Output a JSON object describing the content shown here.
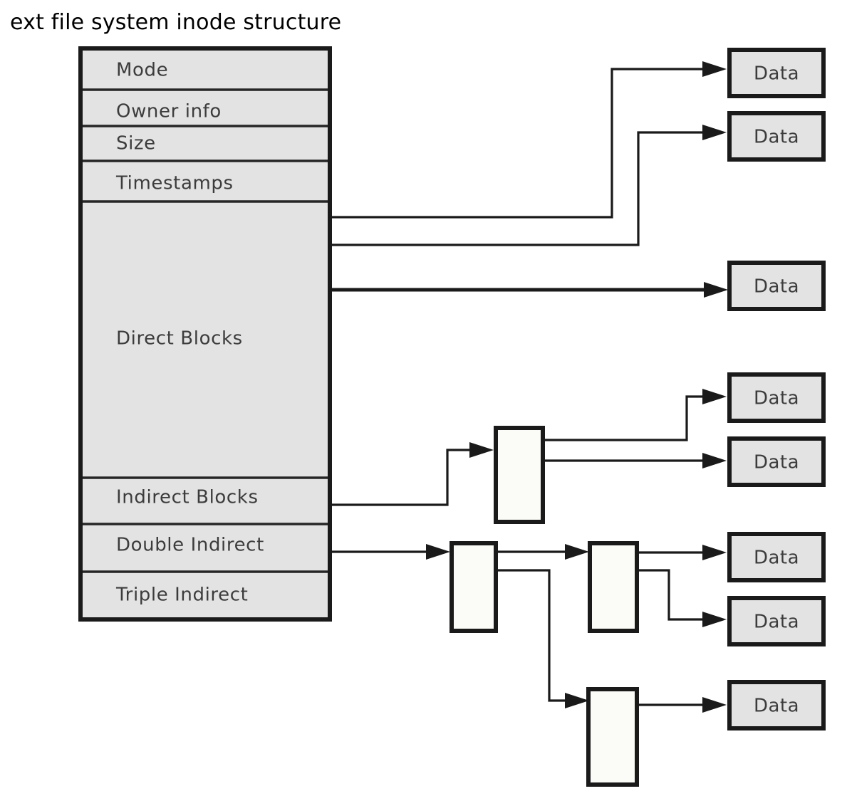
{
  "title": "ext file system inode structure",
  "colors": {
    "background": "#ffffff",
    "box_fill": "#e3e3e3",
    "pointer_fill": "#fbfbf7",
    "stroke": "#1a1a1a",
    "label_text": "#3c3c3c",
    "title_text": "#000000"
  },
  "inode": {
    "name": "inode",
    "rows": [
      {
        "label": "Mode"
      },
      {
        "label": "Owner info"
      },
      {
        "label": "Size"
      },
      {
        "label": "Timestamps"
      },
      {
        "label": "Direct Blocks"
      },
      {
        "label": "Indirect Blocks"
      },
      {
        "label": "Double Indirect"
      },
      {
        "label": "Triple Indirect"
      }
    ]
  },
  "data_blocks": [
    {
      "label": "Data",
      "source": "direct-block-1"
    },
    {
      "label": "Data",
      "source": "direct-block-2"
    },
    {
      "label": "Data",
      "source": "direct-block-3"
    },
    {
      "label": "Data",
      "source": "indirect-block-entry-1"
    },
    {
      "label": "Data",
      "source": "indirect-block-entry-2"
    },
    {
      "label": "Data",
      "source": "double-indirect-leaf-entry-1"
    },
    {
      "label": "Data",
      "source": "double-indirect-leaf-entry-2"
    },
    {
      "label": "Data",
      "source": "triple-indirect-leaf-entry-1"
    }
  ],
  "pointer_blocks": [
    {
      "name": "indirect-block",
      "entries": 2
    },
    {
      "name": "double-indirect-block",
      "entries": 2
    },
    {
      "name": "double-indirect-leaf-block",
      "entries": 2
    },
    {
      "name": "triple-indirect-leaf-block",
      "entries": 1
    }
  ],
  "connections": [
    {
      "from": "direct-blocks-row",
      "to": "data-1"
    },
    {
      "from": "direct-blocks-row",
      "to": "data-2"
    },
    {
      "from": "direct-blocks-row",
      "to": "data-3"
    },
    {
      "from": "indirect-blocks-row",
      "to": "indirect-block"
    },
    {
      "from": "indirect-block",
      "to": "data-4"
    },
    {
      "from": "indirect-block",
      "to": "data-5"
    },
    {
      "from": "double-indirect-row",
      "to": "double-indirect-block"
    },
    {
      "from": "double-indirect-block",
      "to": "double-indirect-leaf-block"
    },
    {
      "from": "double-indirect-block",
      "to": "triple-indirect-leaf-block"
    },
    {
      "from": "double-indirect-leaf-block",
      "to": "data-6"
    },
    {
      "from": "double-indirect-leaf-block",
      "to": "data-7"
    },
    {
      "from": "triple-indirect-leaf-block",
      "to": "data-8"
    }
  ]
}
